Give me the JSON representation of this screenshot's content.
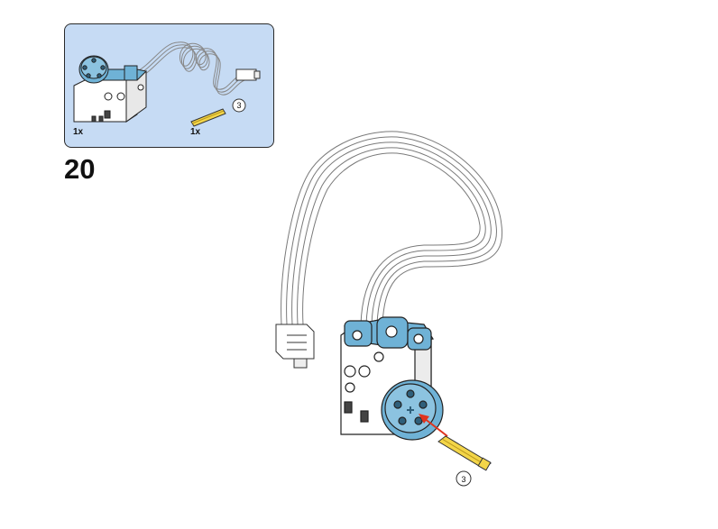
{
  "step": {
    "number": "20"
  },
  "parts_list": {
    "items": [
      {
        "part": "motor-with-cable",
        "quantity": "1x"
      },
      {
        "part": "axle",
        "quantity": "1x",
        "length": "3"
      }
    ]
  },
  "assembly": {
    "axle_length": "3"
  },
  "colors": {
    "panel": "#c6dbf4",
    "motor_blue": "#6fb2d6",
    "axle_yellow": "#f3d548",
    "arrow": "#e0341e"
  }
}
